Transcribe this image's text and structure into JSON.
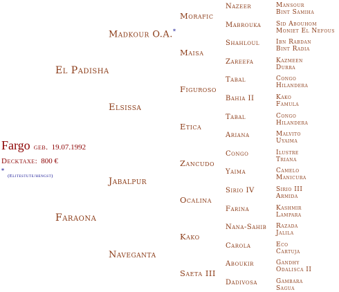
{
  "subject": {
    "name": "Fargo",
    "birth_prefix": "geb.",
    "birth_date": "19.07.1992",
    "fee_label": "Decktaxe:",
    "fee_value": "800 €",
    "note_star": "*",
    "note_text": "(Elitestute/hengst)",
    "elite_marker": "*"
  },
  "gen1": [
    "El Padisha",
    "Faraona"
  ],
  "gen2": [
    "Madkour O.A.",
    "Elsissa",
    "Jabalpur",
    "Naveganta"
  ],
  "gen3": [
    "Morafic",
    "Maisa",
    "Figuroso",
    "Etica",
    "Zancudo",
    "Ocalina",
    "Kako",
    "Saeta III"
  ],
  "gen4": [
    "Nazeer",
    "Mabrouka",
    "Shahloul",
    "Zareefa",
    "Tabal",
    "Bahia II",
    "Tabal",
    "Ariana",
    "Congo",
    "Yaima",
    "Sirio IV",
    "Farina",
    "Nana-Sahib",
    "Carola",
    "Aboukir",
    "Dadivosa"
  ],
  "gen5": [
    [
      "Mansour",
      "Bint Samiha"
    ],
    [
      "Sid Abouhom",
      "Moniet El Nefous"
    ],
    [
      "Ibn Rabdan",
      "Bint Radia"
    ],
    [
      "Kazmeen",
      "Durra"
    ],
    [
      "Congo",
      "Hilandera"
    ],
    [
      "Kako",
      "Famula"
    ],
    [
      "Congo",
      "Hilandera"
    ],
    [
      "Malvito",
      "Uyaima"
    ],
    [
      "Ilustre",
      "Triana"
    ],
    [
      "Camelo",
      "Manicura"
    ],
    [
      "Sirio III",
      "Armida"
    ],
    [
      "Kashmir",
      "Lampara"
    ],
    [
      "Razada",
      "Jalila"
    ],
    [
      "Eco",
      "Cartuja"
    ],
    [
      "Gandhy",
      "Odalisca II"
    ],
    [
      "Gambara",
      "Sagua"
    ]
  ]
}
